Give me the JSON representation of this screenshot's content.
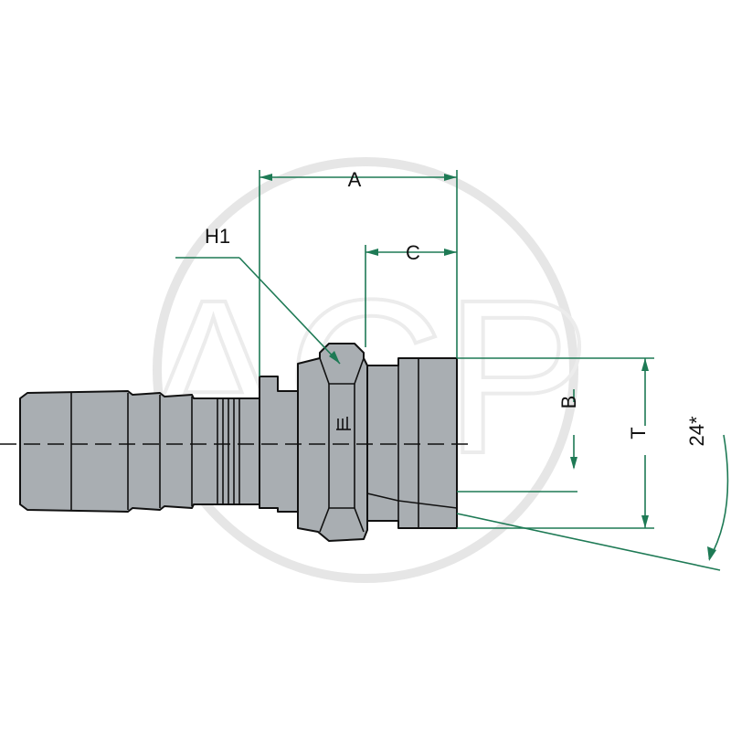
{
  "diagram": {
    "labels": {
      "a": "A",
      "c": "C",
      "h1": "H1",
      "b": "B",
      "t": "T",
      "angle": "24*"
    },
    "watermark": "ACP",
    "colors": {
      "dimension": "#1e7a55",
      "part_fill": "#a9aeb2",
      "outline": "#111111",
      "watermark": "#e6e6e6"
    }
  }
}
